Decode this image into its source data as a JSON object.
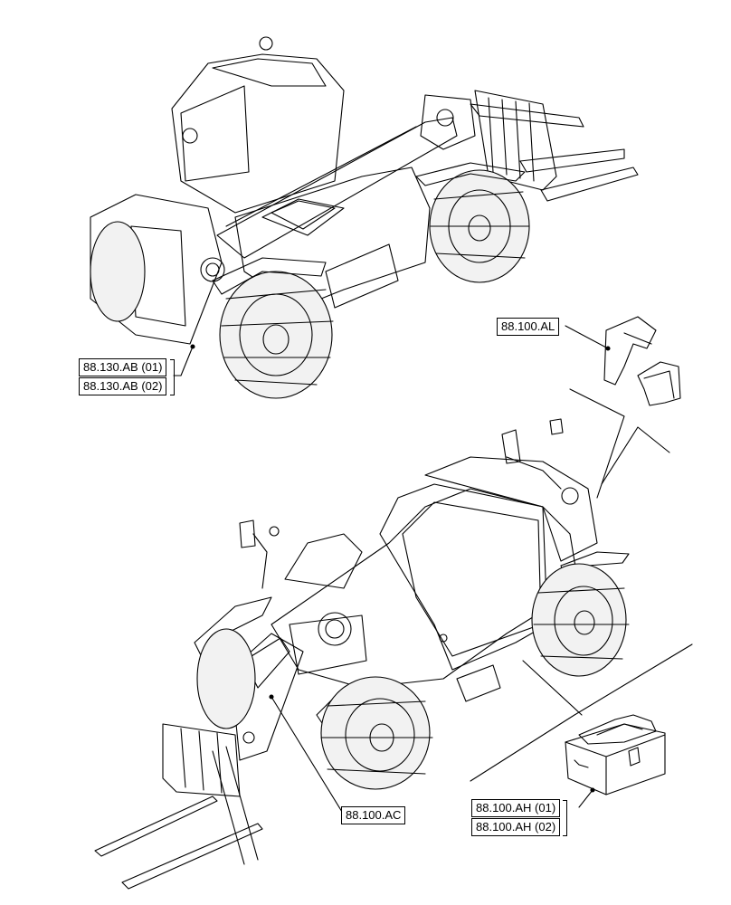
{
  "callouts": {
    "ab01": "88.130.AB (01)",
    "ab02": "88.130.AB (02)",
    "al": "88.100.AL",
    "ac": "88.100.AC",
    "ah01": "88.100.AH (01)",
    "ah02": "88.100.AH (02)"
  },
  "colors": {
    "line": "#000000",
    "background": "#ffffff",
    "tire": "#f2f2f2"
  },
  "icons": {
    "top_view": "telehandler-rear-view-illustration",
    "bottom_view": "telehandler-front-view-illustration",
    "sticker": "folded-label-illustration",
    "toolbox": "toolbox-illustration"
  }
}
